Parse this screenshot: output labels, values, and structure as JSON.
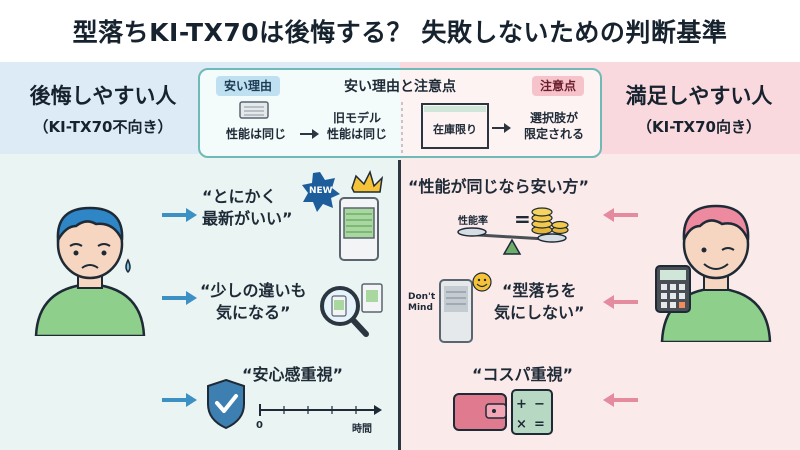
{
  "title": "型落ちKI-TX70は後悔する？ 失敗しないための判断基準",
  "left": {
    "title": "後悔しやすい人",
    "subtitle": "（KI-TX70不向き）",
    "quotes": [
      "“とにかく\n最新がいい”",
      "“少しの違いも\n気になる”",
      "“安心感重視”"
    ],
    "new_badge": "NEW",
    "axis_start": "0",
    "axis_end": "時間"
  },
  "right": {
    "title": "満足しやすい人",
    "subtitle": "（KI-TX70向き）",
    "quotes": [
      "“性能が同じなら安い方”",
      "“型落ちを\n気にしない”",
      "“コスパ重視”"
    ],
    "scale_label": "性能率",
    "dont_mind": "Don't\nMind"
  },
  "center": {
    "title": "安い理由と注意点",
    "pill_left": "安い理由",
    "pill_right": "注意点",
    "item1": "性能は同じ",
    "item2": "旧モデル\n性能は同じ",
    "item3": "在庫限り",
    "item4": "選択肢が\n限定される"
  },
  "colors": {
    "blue_accent": "#3d90c4",
    "pink_accent": "#e48b9f",
    "teal_border": "#6fb9b6"
  },
  "icons": [
    "new-badge-icon",
    "crown-icon",
    "air-purifier-icon",
    "magnifier-icon",
    "shield-check-icon",
    "timeline-icon",
    "balance-scale-icon",
    "coins-icon",
    "smile-icon",
    "calculator-icon",
    "wallet-icon",
    "person-worried-icon",
    "person-smiling-icon"
  ]
}
